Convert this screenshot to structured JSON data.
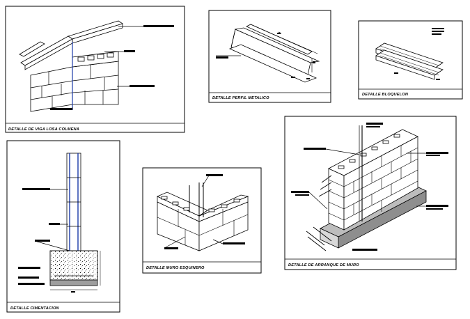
{
  "panels": [
    {
      "id": "viga-losa-colmena",
      "caption": "DETALLE DE VIGA LOSA COLMENA"
    },
    {
      "id": "perfil-metalico",
      "caption": "DETALLE PERFIL METALICO"
    },
    {
      "id": "bloquelon",
      "caption": "DETALLE BLOQUELON"
    },
    {
      "id": "cimentacion",
      "caption": "DETALLE CIMENTACION"
    },
    {
      "id": "muro-esquinero",
      "caption": "DETALLE MURO ESQUINERO"
    },
    {
      "id": "arranque-muro",
      "caption": "DETALLE DE ARRANQUE DE MURO"
    }
  ]
}
